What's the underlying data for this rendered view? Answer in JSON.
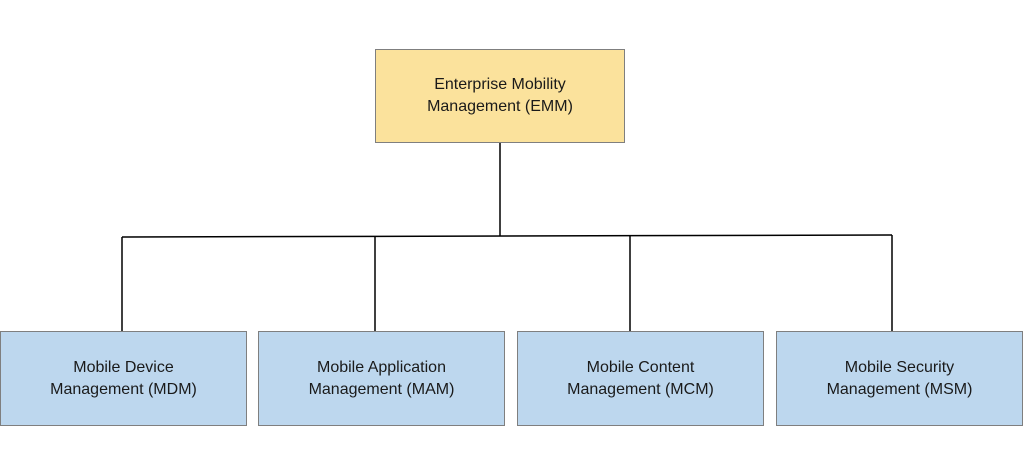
{
  "colors": {
    "root_fill": "#fbe29c",
    "child_fill": "#bdd7ee",
    "border": "#7f7f7f",
    "connector": "#000000"
  },
  "root": {
    "label": "Enterprise Mobility\nManagement (EMM)"
  },
  "children": [
    {
      "label": "Mobile Device\nManagement (MDM)"
    },
    {
      "label": "Mobile Application\nManagement (MAM)"
    },
    {
      "label": "Mobile Content\nManagement (MCM)"
    },
    {
      "label": "Mobile Security\nManagement (MSM)"
    }
  ]
}
